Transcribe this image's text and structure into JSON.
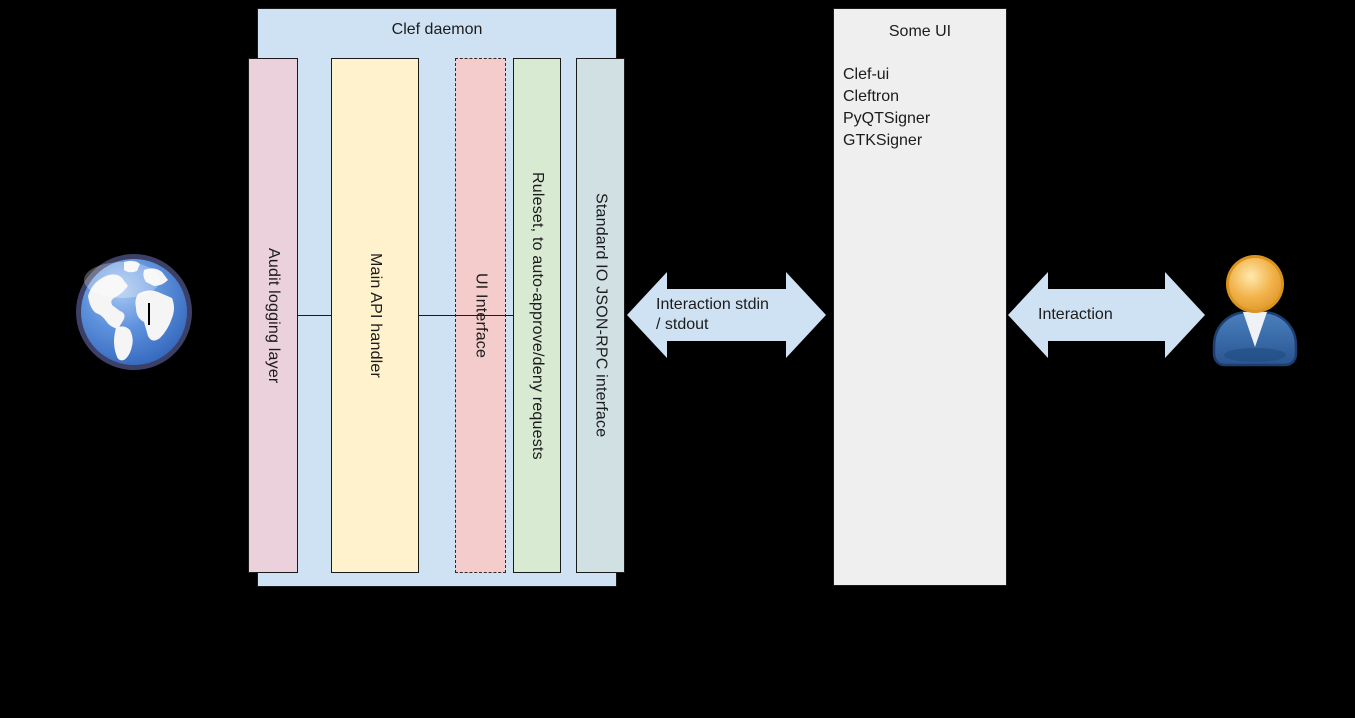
{
  "diagram": {
    "daemon": {
      "title": "Clef daemon",
      "color": "#cfe2f3",
      "columns": [
        {
          "label": "Audit logging layer",
          "color": "#ead1dc",
          "border": "solid"
        },
        {
          "label": "Main API handler",
          "color": "#fff2cc",
          "border": "solid"
        },
        {
          "label": "UI Interface",
          "color": "#f4cccc",
          "border": "dashed"
        },
        {
          "label": "Ruleset, to auto-approve/deny requests",
          "color": "#d9ead3",
          "border": "solid"
        },
        {
          "label": "Standard IO JSON-RPC interface",
          "color": "#d0e0e3",
          "border": "solid"
        }
      ]
    },
    "arrows": [
      {
        "name": "stdio-interaction",
        "color": "#cfe2f3",
        "lines": [
          "Interaction stdin",
          "/ stdout"
        ]
      },
      {
        "name": "user-interaction",
        "color": "#cfe2f3",
        "lines": [
          "Interaction"
        ]
      }
    ],
    "some_ui": {
      "title": "Some UI",
      "color": "#efefef",
      "items": [
        "Clef-ui",
        "Cleftron",
        "PyQTSigner",
        "GTKSigner"
      ]
    },
    "icons": {
      "left": "globe-icon",
      "right": "user-icon"
    },
    "background_color": "#000000",
    "line_color": "#1a1a1a"
  }
}
